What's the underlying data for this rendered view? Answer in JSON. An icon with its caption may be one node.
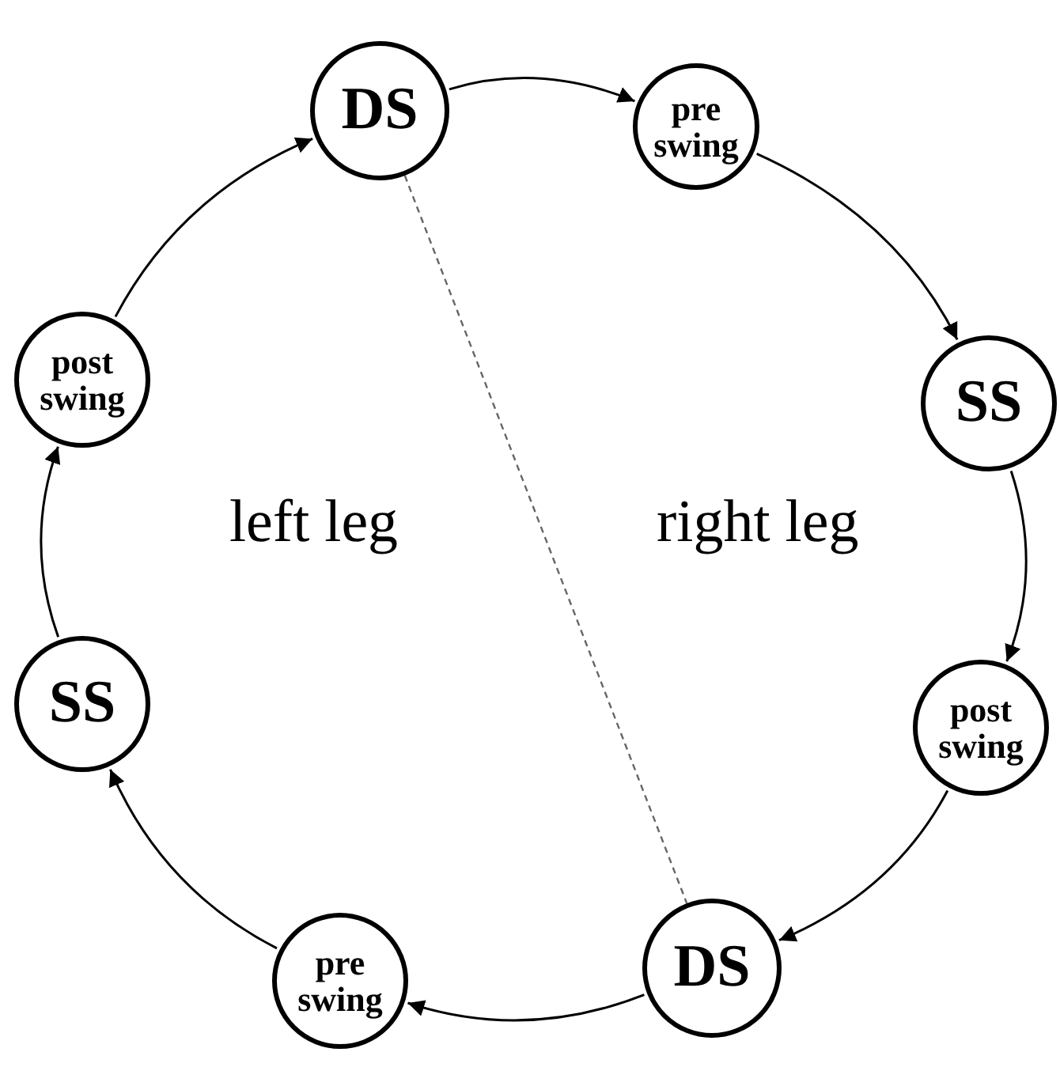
{
  "diagram": {
    "nodes": [
      {
        "text": [
          "DS"
        ]
      },
      {
        "text": [
          "pre swing"
        ]
      },
      {
        "text": [
          "SS"
        ]
      },
      {
        "text": [
          "post swing"
        ]
      },
      {
        "text": [
          "DS"
        ]
      },
      {
        "text": [
          "pre swing"
        ]
      },
      {
        "text": [
          "SS"
        ]
      },
      {
        "text": [
          "post swing"
        ]
      }
    ],
    "edges": [
      {
        "from": 0,
        "to": 1,
        "arrow": "to"
      },
      {
        "from": 1,
        "to": 2,
        "arrow": "to"
      },
      {
        "from": 2,
        "to": 3,
        "arrow": "to"
      },
      {
        "from": 3,
        "to": 4,
        "arrow": "to"
      },
      {
        "from": 4,
        "to": 5,
        "arrow": "to"
      },
      {
        "from": 5,
        "to": 6,
        "arrow": "to"
      },
      {
        "from": 6,
        "to": 7,
        "arrow": "to"
      },
      {
        "from": 7,
        "to": 0,
        "arrow": "to"
      },
      {
        "from": 0,
        "to": 4,
        "arrow": "none",
        "style": "dashed",
        "color": "#666666"
      }
    ],
    "labels": [
      "left leg",
      "right leg"
    ]
  }
}
